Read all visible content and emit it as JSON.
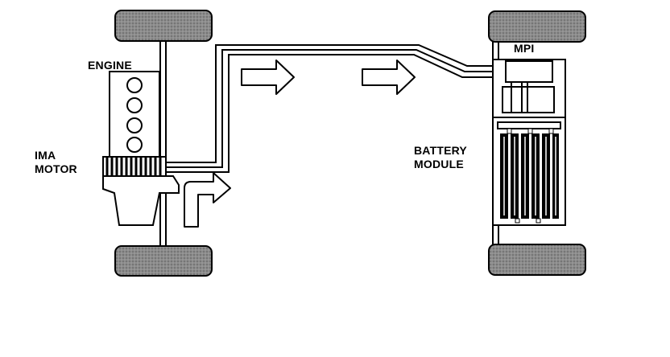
{
  "labels": {
    "engine": "ENGINE",
    "ima_line1": "IMA",
    "ima_line2": "MOTOR",
    "mpi": "MPI",
    "battery_line1": "BATTERY",
    "battery_line2": "MODULE"
  },
  "colors": {
    "ink": "#000000",
    "tire_fill": "#8c8c8c",
    "paper": "#ffffff"
  }
}
